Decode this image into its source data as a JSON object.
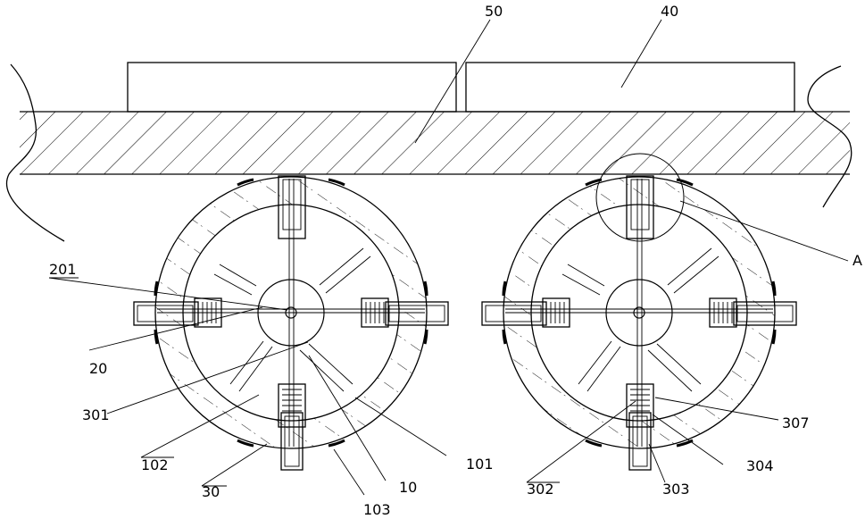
{
  "labels": {
    "l50": "50",
    "l40": "40",
    "lA": "A",
    "l201": "201",
    "l20": "20",
    "l301": "301",
    "l102": "102",
    "l30": "30",
    "l103": "103",
    "l10": "10",
    "l101": "101",
    "l302": "302",
    "l303": "303",
    "l304": "304",
    "l307": "307"
  }
}
